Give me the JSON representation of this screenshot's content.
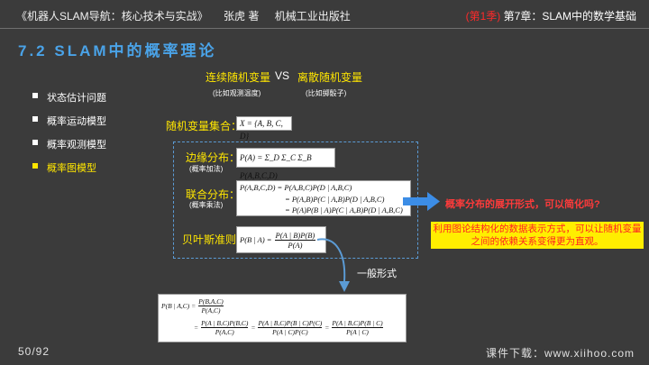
{
  "header": {
    "book_title": "《机器人SLAM导航：核心技术与实战》",
    "author": "张虎 著",
    "publisher": "机械工业出版社",
    "season": "(第1季)",
    "chapter": "第7章：SLAM中的数学基础"
  },
  "slide_title": "7.2 SLAM中的概率理论",
  "bullets": [
    {
      "label": "状态估计问题"
    },
    {
      "label": "概率运动模型"
    },
    {
      "label": "概率观测模型"
    },
    {
      "label": "概率图模型"
    }
  ],
  "compare": {
    "continuous": "连续随机变量",
    "continuous_sub": "(比如观测温度)",
    "vs": "VS",
    "discrete": "离散随机变量",
    "discrete_sub": "(比如掷骰子)"
  },
  "rv_set": {
    "label": "随机变量集合：",
    "formula": "X = {A, B, C, D}"
  },
  "marginal": {
    "label": "边缘分布：",
    "sub": "(概率加法)",
    "formula": "P(A) = Σ_D Σ_C Σ_B P(A,B,C,D)"
  },
  "joint": {
    "label": "联合分布：",
    "sub": "(概率乘法)",
    "line1": "P(A,B,C,D) = P(A,B,C)P(D | A,B,C)",
    "line2": "= P(A,B)P(C | A,B)P(D | A,B,C)",
    "line3": "= P(A)P(B | A)P(C | A,B)P(D | A,B,C)"
  },
  "bayes": {
    "label": "贝叶斯准则：",
    "lhs": "P(B | A) =",
    "num": "P(A | B)P(B)",
    "den": "P(A)"
  },
  "question": "概率分布的展开形式，可以简化吗?",
  "answer": "利用图论结构化的数据表示方式，可以让随机变量之间的依赖关系变得更为直观。",
  "general_label": "一般形式",
  "general_formula": {
    "lhs": "P(B | A,C) =",
    "f1_num": "P(B,A,C)",
    "f1_den": "P(A,C)",
    "f2_num": "P(A | B,C)P(B,C)",
    "f2_den": "P(A,C)",
    "f3_num": "P(A | B,C)P(B | C)P(C)",
    "f3_den": "P(A | C)P(C)",
    "f4_num": "P(A | B,C)P(B | C)",
    "f4_den": "P(A | C)"
  },
  "footer": {
    "page": "50/92",
    "download": "课件下载：www.xiihoo.com"
  },
  "colors": {
    "accent_blue": "#4aa3e8",
    "highlight_yellow": "#ffe600",
    "alert_red": "#ff3b3b",
    "background": "#3b3b3b"
  }
}
